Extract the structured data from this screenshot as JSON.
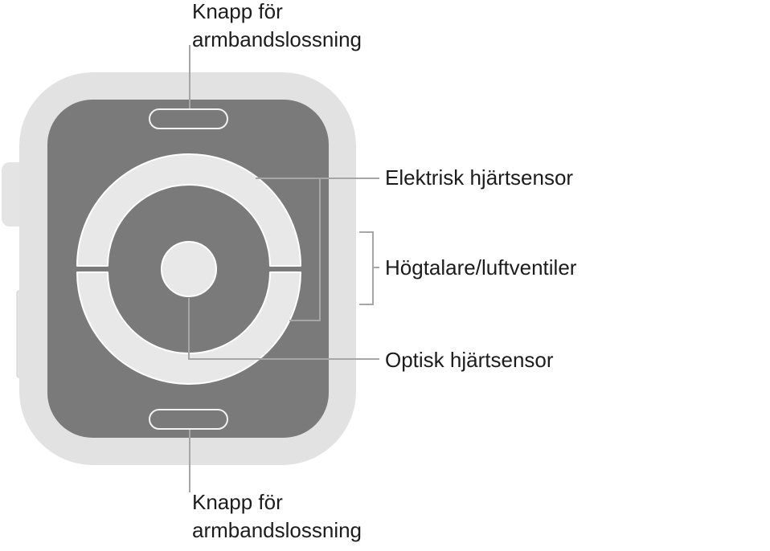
{
  "labels": {
    "band_release_top": {
      "line1": "Knapp för",
      "line2": "armbandslossning"
    },
    "electrical_heart_sensor": "Elektrisk hjärtsensor",
    "speaker_air_vents": "Högtalare/luftventiler",
    "optical_heart_sensor": "Optisk hjärtsensor",
    "band_release_bottom": {
      "line1": "Knapp för",
      "line2": "armbandslossning"
    }
  },
  "colors": {
    "case": "#e2e2e2",
    "back_panel": "#7a7a7a",
    "sensor_parts": "#e8e8e8",
    "sensor_outline": "#ffffff",
    "leader_lines": "#a6a6a6",
    "text": "#1c1c1c"
  }
}
